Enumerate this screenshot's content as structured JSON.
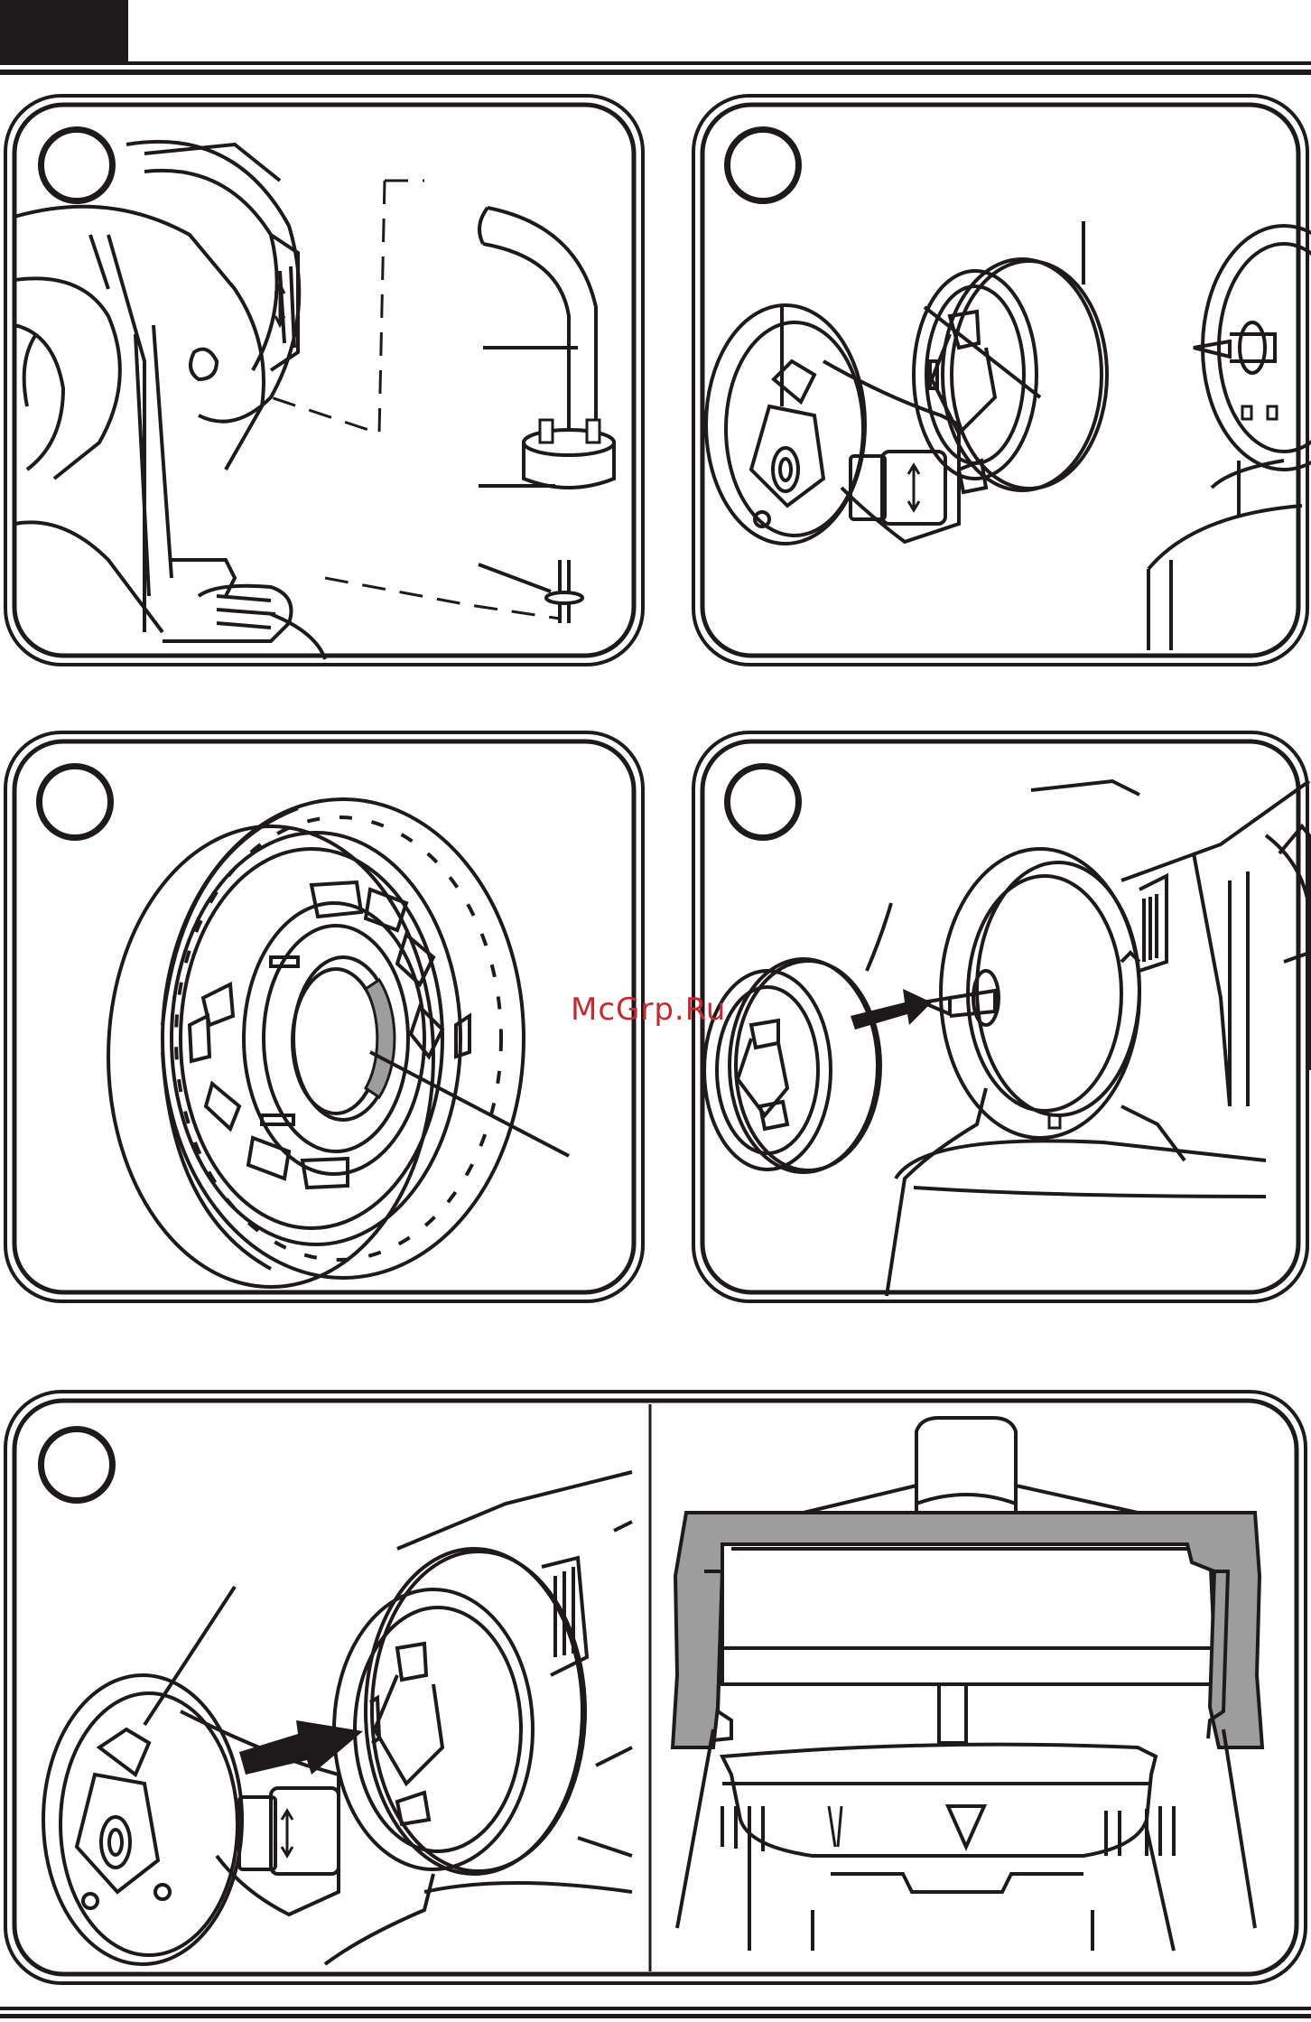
{
  "page": {
    "header_tab_color": "#1e1a1b",
    "line_color": "#1e1a1b",
    "highlight_gray": "#9d9d9d"
  },
  "watermark": {
    "text": "McGrp.Ru",
    "color": "#c8292f"
  },
  "panels": [
    {
      "id": "panel-1",
      "step_number": ""
    },
    {
      "id": "panel-2",
      "step_number": ""
    },
    {
      "id": "panel-3",
      "step_number": ""
    },
    {
      "id": "panel-4",
      "step_number": ""
    },
    {
      "id": "panel-5",
      "step_number": ""
    },
    {
      "id": "panel-6",
      "step_number": ""
    }
  ]
}
